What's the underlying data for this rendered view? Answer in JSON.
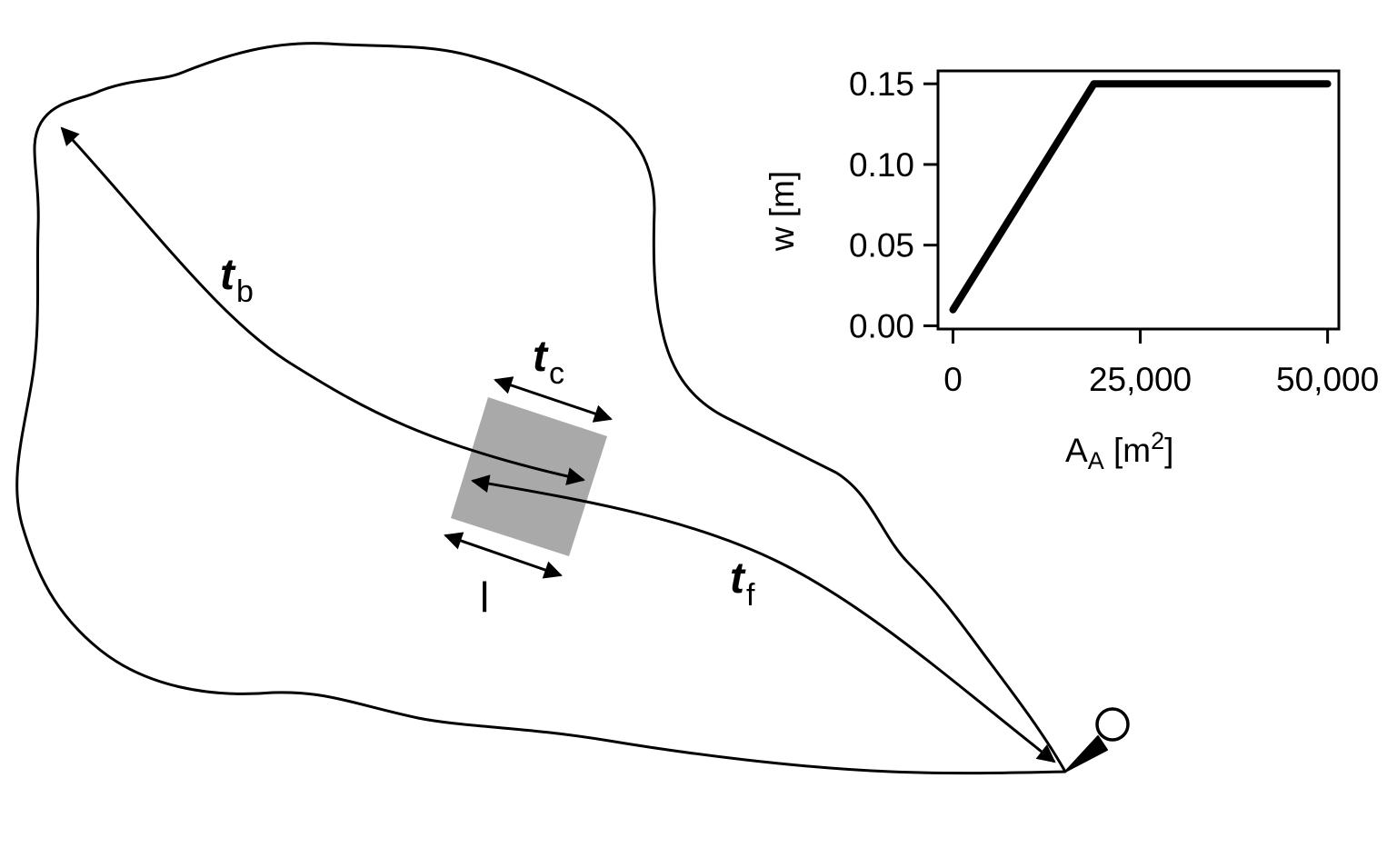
{
  "diagram": {
    "labels": {
      "t_b": {
        "main": "t",
        "sub": "b"
      },
      "t_c": {
        "main": "t",
        "sub": "c"
      },
      "t_f": {
        "main": "t",
        "sub": "f"
      },
      "l": "l"
    },
    "colors": {
      "stroke": "#000000",
      "channel_patch": "#a9a9a9",
      "background": "#ffffff"
    },
    "icons": [
      "outlet-marker-icon"
    ]
  },
  "chart_data": {
    "type": "line",
    "title": "",
    "xlabel": {
      "main": "A",
      "sub": "A",
      "tail": " [m",
      "sup": "2",
      "close": "]"
    },
    "ylabel": "w [m]",
    "xlim": [
      -2000,
      51500
    ],
    "ylim": [
      -0.002,
      0.158
    ],
    "xticks": [
      0,
      25000,
      50000
    ],
    "xtick_labels": [
      "0",
      "25,000",
      "50,000"
    ],
    "yticks": [
      0.0,
      0.05,
      0.1,
      0.15
    ],
    "ytick_labels": [
      "0.00",
      "0.05",
      "0.10",
      "0.15"
    ],
    "grid": false,
    "series": [
      {
        "x": [
          0,
          18800,
          50000
        ],
        "y": [
          0.01,
          0.15,
          0.15
        ]
      }
    ]
  }
}
